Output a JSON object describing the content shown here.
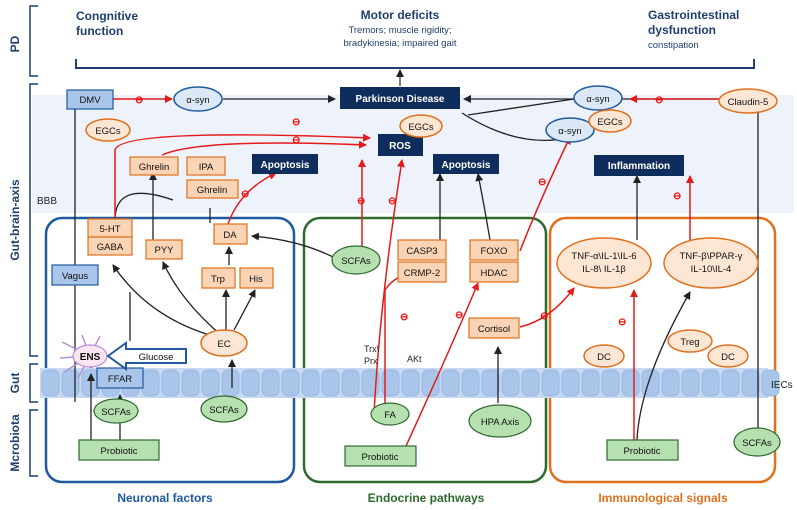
{
  "lanes": {
    "pd": "PD",
    "gba": "Gut-brain-axis",
    "gut": "Gut",
    "mcrobiota": "Mcrobiota"
  },
  "bbb": "BBB",
  "header": {
    "cognitive": [
      "Congnitive",
      "function"
    ],
    "motor_title": "Motor deficits",
    "motor_sub": [
      "Tremors; muscle rigidity;",
      "bradykinesia; impaired gait"
    ],
    "gastro": [
      "Gastrointestinal",
      "dysfunction"
    ],
    "gastro_sub": "constipation"
  },
  "dark_nodes": {
    "parkinson": "Parkinson Disease",
    "ros": "ROS",
    "apoptosis_left": "Apoptosis",
    "apoptosis_mid": "Apoptosis",
    "inflammation": "Inflammation"
  },
  "blue_nodes": {
    "dmv": "DMV",
    "vagus": "Vagus",
    "ffar": "FFAR"
  },
  "ellipse_blue": {
    "asyn_left": "α-syn",
    "asyn_right_top": "α-syn",
    "asyn_right_mid": "α-syn"
  },
  "ellipse_orange": {
    "egcs_left": "EGCs",
    "egcs_mid": "EGCs",
    "egcs_right": "EGCs",
    "claudin": "Claudin-5",
    "ec": "EC",
    "tnf": [
      "TNF-α\\IL-1\\IL-6",
      "IL-8\\ IL-1β"
    ],
    "tgf": [
      "TNF-β\\PPAR-γ",
      "IL-10\\IL-4"
    ],
    "dc_left": "DC",
    "dc_right": "DC",
    "treg": "Treg"
  },
  "ellipse_green": {
    "scfas_left": "SCFAs",
    "scfas_ec": "SCFAs",
    "scfas_mid": "SCFAs",
    "fa": "FA",
    "hpa": "HPA Axis",
    "scfas_right": "SCFAs"
  },
  "orange_boxes": {
    "ghrelin": "Ghrelin",
    "ipa": "IPA",
    "ghrelin2": "Ghrelin",
    "ht5": "5-HT",
    "gaba": "GABA",
    "pyy": "PYY",
    "da": "DA",
    "trp": "Trp",
    "his": "His",
    "casp3": "CASP3",
    "crmp2": "CRMP-2",
    "foxo": "FOXO",
    "hdac": "HDAC",
    "cortisol": "Cortisol"
  },
  "green_boxes": {
    "probiotic_left": "Probiotic",
    "probiotic_mid": "Probiotic",
    "probiotic_right": "Probiotic"
  },
  "glucose": "Glucose",
  "ens": "ENS",
  "labels": {
    "trx": "Trx\\",
    "prx": "Prx",
    "akt": "AKt",
    "iecs": "IECs"
  },
  "inhibit_symbol": "⊖",
  "footer": {
    "neuronal": "Neuronal factors",
    "endocrine": "Endocrine pathways",
    "immuno": "Immunological signals"
  },
  "colors": {
    "navy": "#0f2d5c",
    "dark_blue": "#1f5aa0",
    "green": "#2e6b2e",
    "orange": "#e0701e",
    "orange_fill": "#fbd3b5",
    "blue_fill": "#a9c5ea",
    "green_fill": "#b6e0b0",
    "red": "#e41b1b",
    "band": "#eef3fb"
  }
}
